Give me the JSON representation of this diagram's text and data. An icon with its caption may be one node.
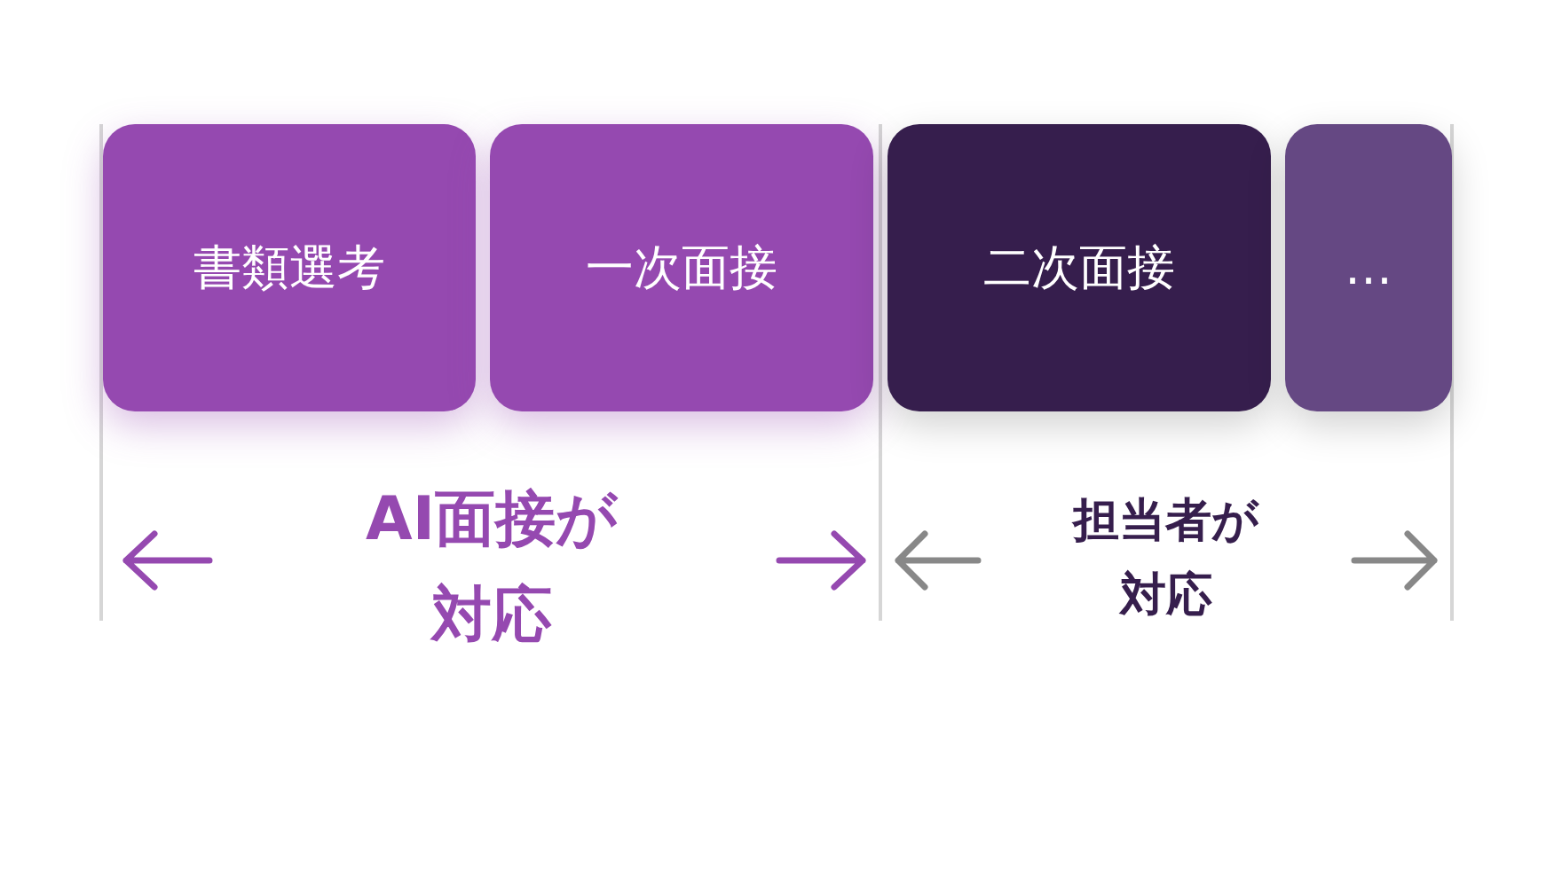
{
  "diagram": {
    "nodes": [
      {
        "text": [
          "書類選考"
        ]
      },
      {
        "text": [
          "一次面接"
        ]
      },
      {
        "text": [
          "二次面接"
        ]
      },
      {
        "text": [
          "…"
        ]
      }
    ],
    "labels": [
      "AI面接が対応",
      "担当者が対応"
    ]
  }
}
